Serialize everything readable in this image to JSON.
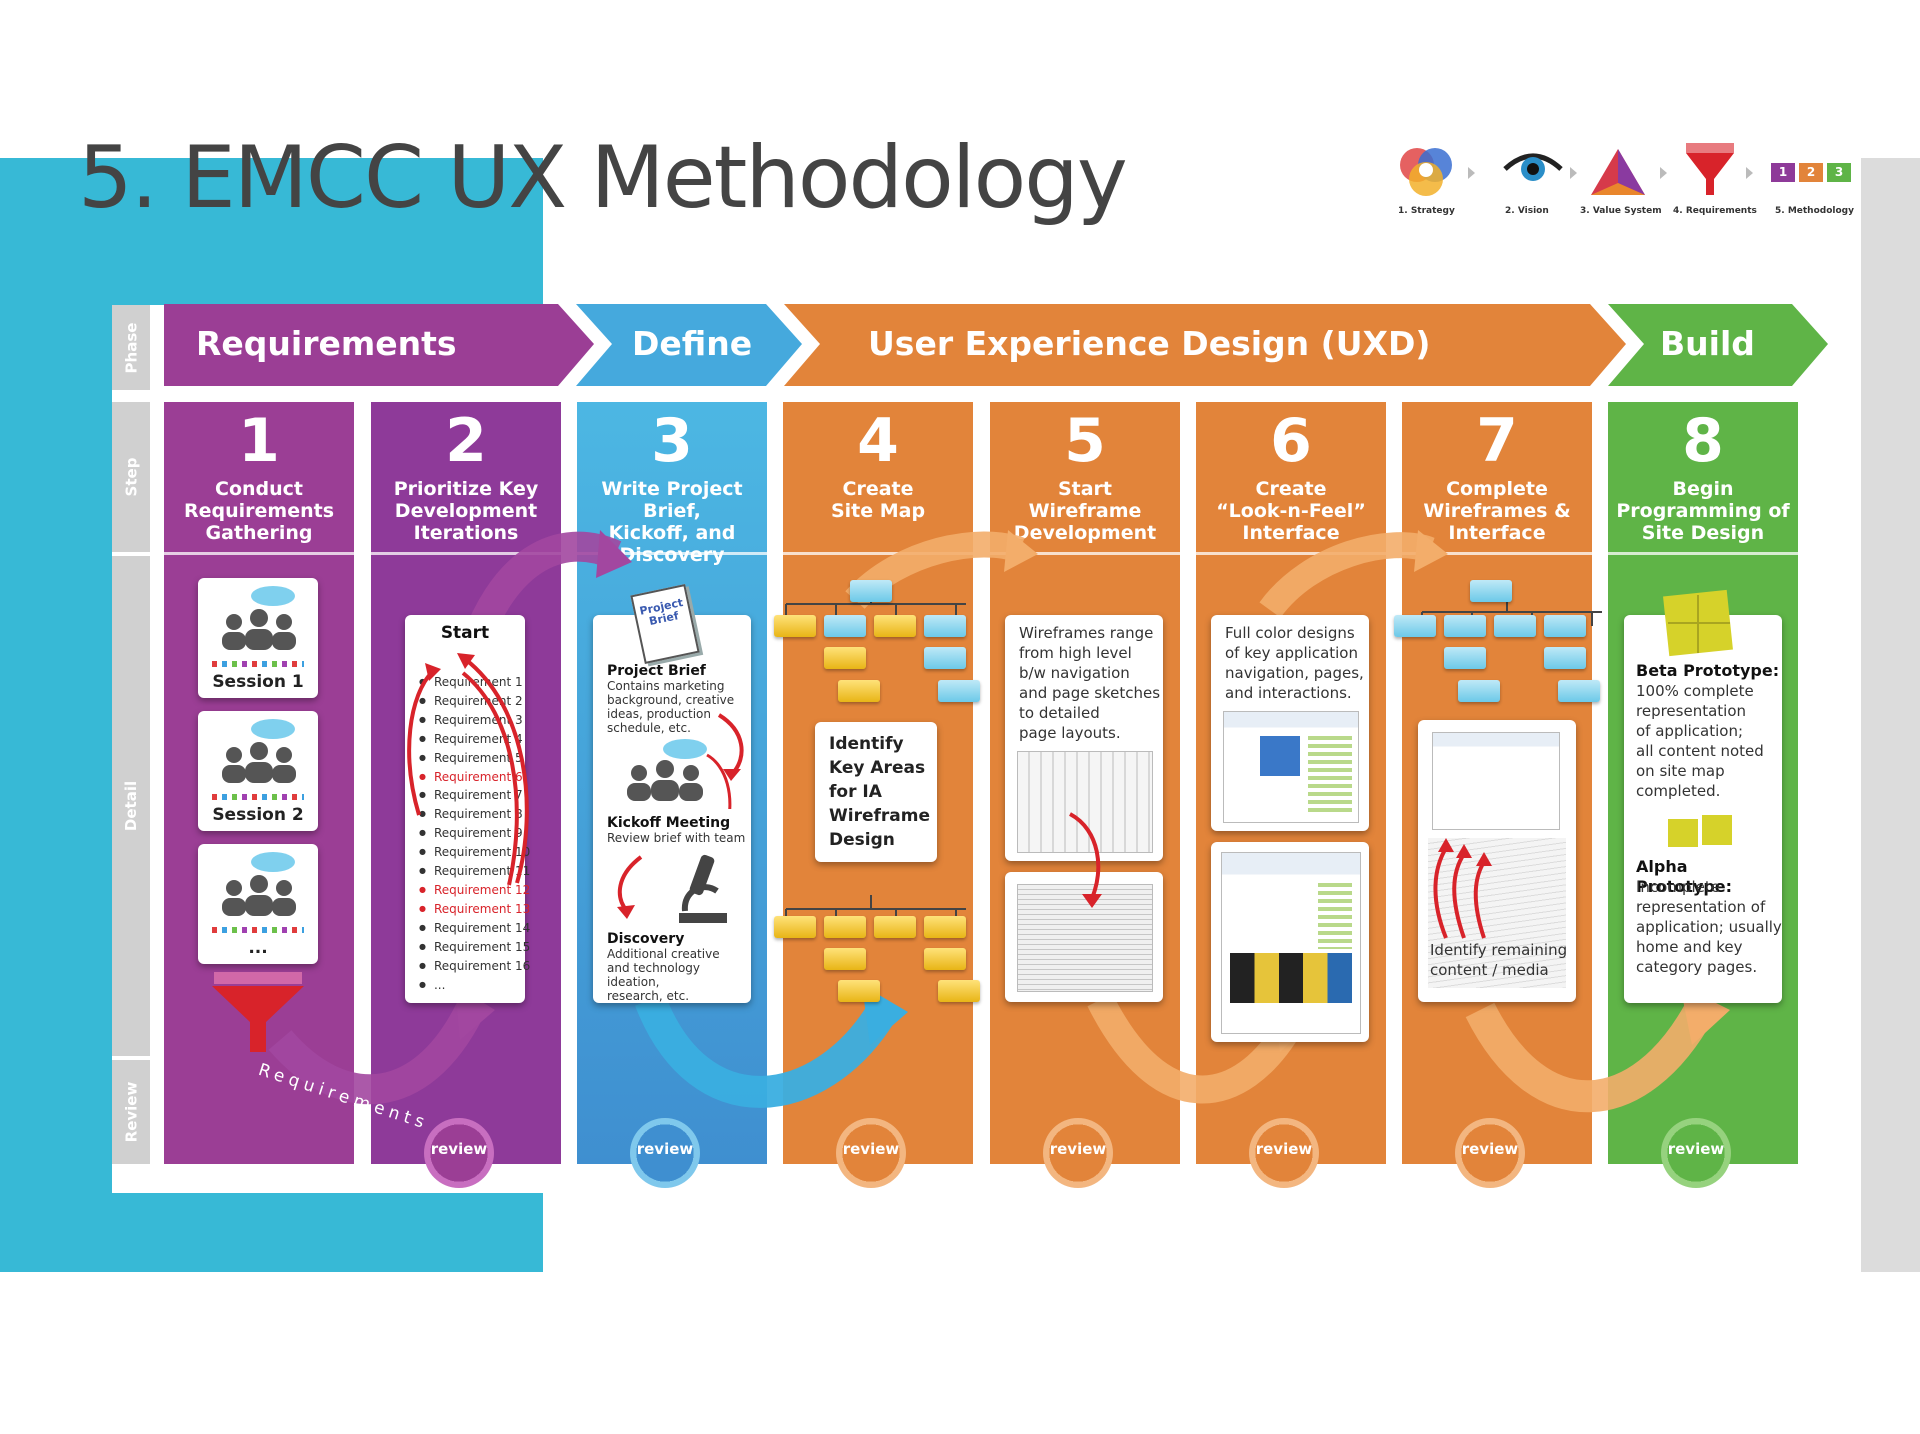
{
  "title": "5. EMCC UX Methodology",
  "legend": [
    {
      "label": "1. Strategy",
      "icon": "strategy-circles-icon"
    },
    {
      "label": "2. Vision",
      "icon": "eye-icon"
    },
    {
      "label": "3. Value System",
      "icon": "triangle-icon"
    },
    {
      "label": "4. Requirements",
      "icon": "funnel-icon"
    },
    {
      "label": "5. Methodology",
      "icon": "numbered-steps-icon"
    }
  ],
  "legend_numbers": [
    "1",
    "2",
    "3"
  ],
  "side_labels": {
    "phase": "Phase",
    "step": "Step",
    "detail": "Detail",
    "review": "Review"
  },
  "phases": [
    "Requirements",
    "Define",
    "User Experience Design (UXD)",
    "Build"
  ],
  "colors": {
    "purple": "#9b3e95",
    "blue": "#45a9dd",
    "orange": "#e2843a",
    "green": "#5fb447",
    "cyan": "#37b9d6"
  },
  "steps": [
    {
      "number": "1",
      "title": "Conduct\nRequirements\nGathering"
    },
    {
      "number": "2",
      "title": "Prioritize Key\nDevelopment\nIterations"
    },
    {
      "number": "3",
      "title": "Write Project Brief,\nKickoff, and\nDiscovery"
    },
    {
      "number": "4",
      "title": "Create\nSite Map"
    },
    {
      "number": "5",
      "title": "Start\nWireframe\nDevelopment"
    },
    {
      "number": "6",
      "title": "Create\n“Look-n-Feel”\nInterface"
    },
    {
      "number": "7",
      "title": "Complete\nWireframes &\nInterface"
    },
    {
      "number": "8",
      "title": "Begin\nProgramming of\nSite Design"
    }
  ],
  "sessions": [
    "Session 1",
    "Session 2",
    "..."
  ],
  "funnel_label": "Requirements",
  "prioritize": {
    "start": "Start",
    "requirements": [
      "Requirement 1",
      "Requirement 2",
      "Requirement 3",
      "Requirement 4",
      "Requirement 5",
      "Requirement 6",
      "Requirement 7",
      "Requirement 8",
      "Requirement 9",
      "Requirement 10",
      "Requirement 11",
      "Requirement 12",
      "Requirement 13",
      "Requirement 14",
      "Requirement 15",
      "Requirement 16",
      "..."
    ]
  },
  "define": {
    "brief_icon": "Project\nBrief",
    "brief_title": "Project Brief",
    "brief_text": "Contains marketing\nbackground, creative\nideas, production\nschedule, etc.",
    "kickoff_title": "Kickoff Meeting",
    "kickoff_text": "Review brief with team",
    "discovery_title": "Discovery",
    "discovery_text": "Additional creative\nand technology ideation,\nresearch, etc."
  },
  "sitemap_text": "Identify\nKey Areas\nfor IA\nWireframe\nDesign",
  "wireframe_text": "Wireframes range\nfrom high level\nb/w navigation\nand page sketches\nto detailed\npage layouts.",
  "lookfeel_text": "Full color designs\nof key application\nnavigation, pages,\nand interactions.",
  "complete_text": "Identify remaining\ncontent / media",
  "build": {
    "beta_title": "Beta Prototype:",
    "beta_text": "100% complete\nrepresentation\nof application;\nall content noted\non site map\ncompleted.",
    "alpha_title": "Alpha Prototype:",
    "alpha_text": "Incomplete\nrepresentation of\napplication; usually\nhome and key\ncategory pages."
  },
  "review_label": "review"
}
